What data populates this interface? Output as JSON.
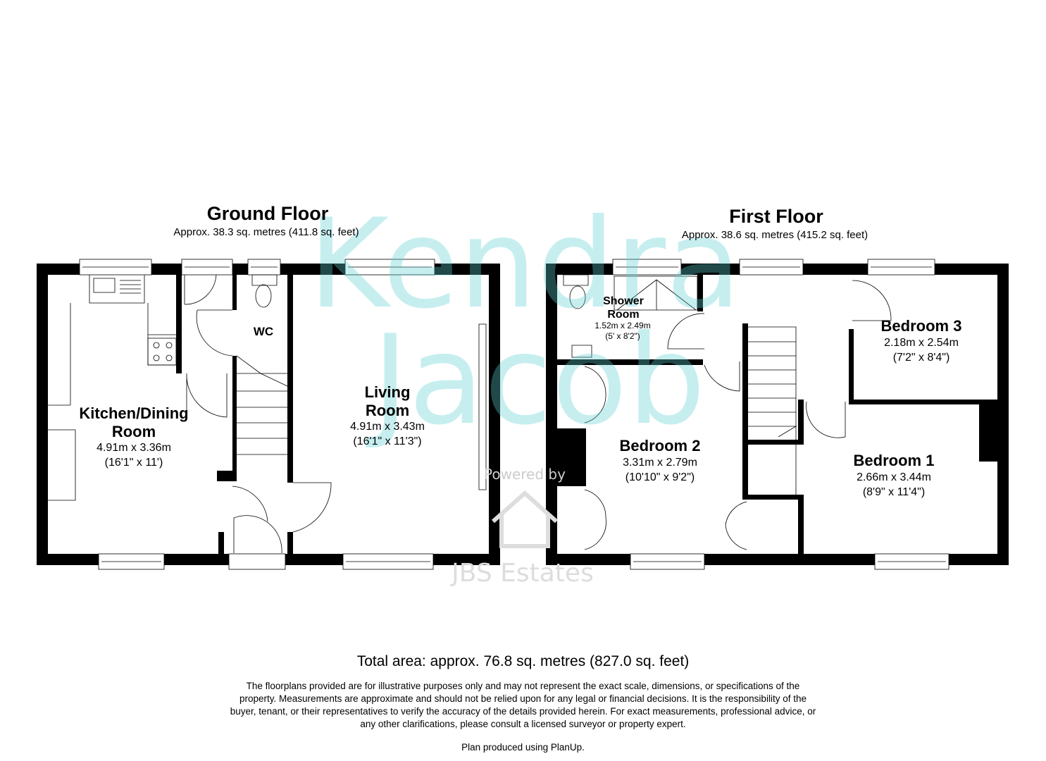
{
  "ground_floor": {
    "title": "Ground Floor",
    "area": "Approx. 38.3 sq. metres (411.8 sq. feet)",
    "rooms": [
      {
        "name_lines": [
          "Kitchen/Dining",
          "Room"
        ],
        "metric": "4.91m x 3.36m",
        "imperial": "(16'1\" x 11')"
      },
      {
        "name_lines": [
          "WC"
        ]
      },
      {
        "name_lines": [
          "Living",
          "Room"
        ],
        "metric": "4.91m x 3.43m",
        "imperial": "(16'1\" x 11'3\")"
      }
    ]
  },
  "first_floor": {
    "title": "First Floor",
    "area": "Approx. 38.6 sq. metres (415.2 sq. feet)",
    "rooms": [
      {
        "name_lines": [
          "Shower",
          "Room"
        ],
        "metric": "1.52m x 2.49m",
        "imperial": "(5' x 8'2\")"
      },
      {
        "name_lines": [
          "Bedroom 3"
        ],
        "metric": "2.18m x 2.54m",
        "imperial": "(7'2\" x 8'4\")"
      },
      {
        "name_lines": [
          "Bedroom 2"
        ],
        "metric": "3.31m x 2.79m",
        "imperial": "(10'10\" x 9'2\")"
      },
      {
        "name_lines": [
          "Bedroom 1"
        ],
        "metric": "2.66m x 3.44m",
        "imperial": "(8'9\" x 11'4\")"
      }
    ]
  },
  "watermark": {
    "line1": "Kendra",
    "line2": "Jacob",
    "powered": "Powered by",
    "brand": "JBS Estates",
    "color": "#5fd0d3"
  },
  "footer": {
    "total_area": "Total area: approx. 76.8 sq. metres (827.0 sq. feet)",
    "disclaimer_lines": [
      "The floorplans provided are for illustrative purposes only and may not represent the exact scale, dimensions, or specifications of the",
      "property. Measurements are approximate and should not be relied upon for any legal or financial decisions. It is the responsibility of the",
      "buyer, tenant, or their representatives to verify the accuracy of the details provided herein.  For exact measurements, professional advice, or",
      "any other clarifications, please consult a licensed surveyor or property expert."
    ],
    "produced": "Plan produced using PlanUp."
  },
  "colors": {
    "wall": "#000000",
    "background": "#ffffff"
  }
}
